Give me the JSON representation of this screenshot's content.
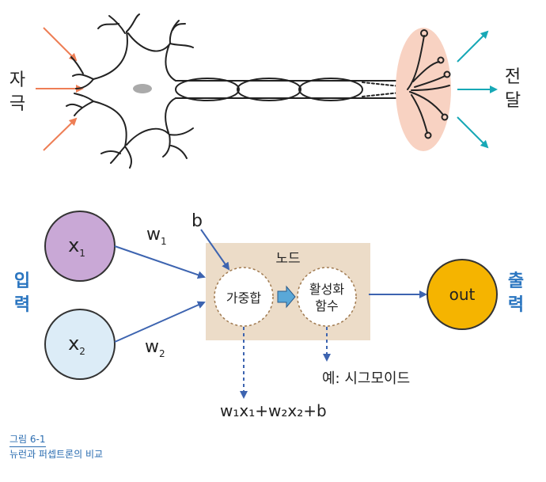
{
  "colors": {
    "stimulus_arrow": "#ee7e55",
    "transmit_arrow": "#17a8b6",
    "neuron_line": "#222222",
    "terminal_fill": "#f8d2c2",
    "nucleus": "#aaaaaa",
    "input_x1_fill": "#c9a8d6",
    "input_x2_fill": "#dcecf7",
    "node_box": "#ecdcc8",
    "node_circle_border": "#a07a50",
    "flow_arrow": "#3d64b0",
    "side_label": "#2a75c0",
    "output_fill": "#f5b400"
  },
  "neuron": {
    "stimulus_label": [
      "자",
      "극"
    ],
    "transmit_label": [
      "전",
      "달"
    ]
  },
  "perceptron": {
    "input_side_label": [
      "입",
      "력"
    ],
    "output_side_label": [
      "출",
      "력"
    ],
    "x1": "x",
    "x1_sub": "1",
    "x2": "x",
    "x2_sub": "2",
    "w1": "w",
    "w1_sub": "1",
    "w2": "w",
    "w2_sub": "2",
    "bias": "b",
    "node_label": "노드",
    "weighted_sum": "가중합",
    "activation_line1": "활성화",
    "activation_line2": "함수",
    "output": "out",
    "activation_example": "예: 시그모이드",
    "formula": "w₁x₁+w₂x₂+b"
  },
  "caption": {
    "title": "그림 6-1",
    "text": "뉴런과 퍼셉트론의 비교"
  }
}
